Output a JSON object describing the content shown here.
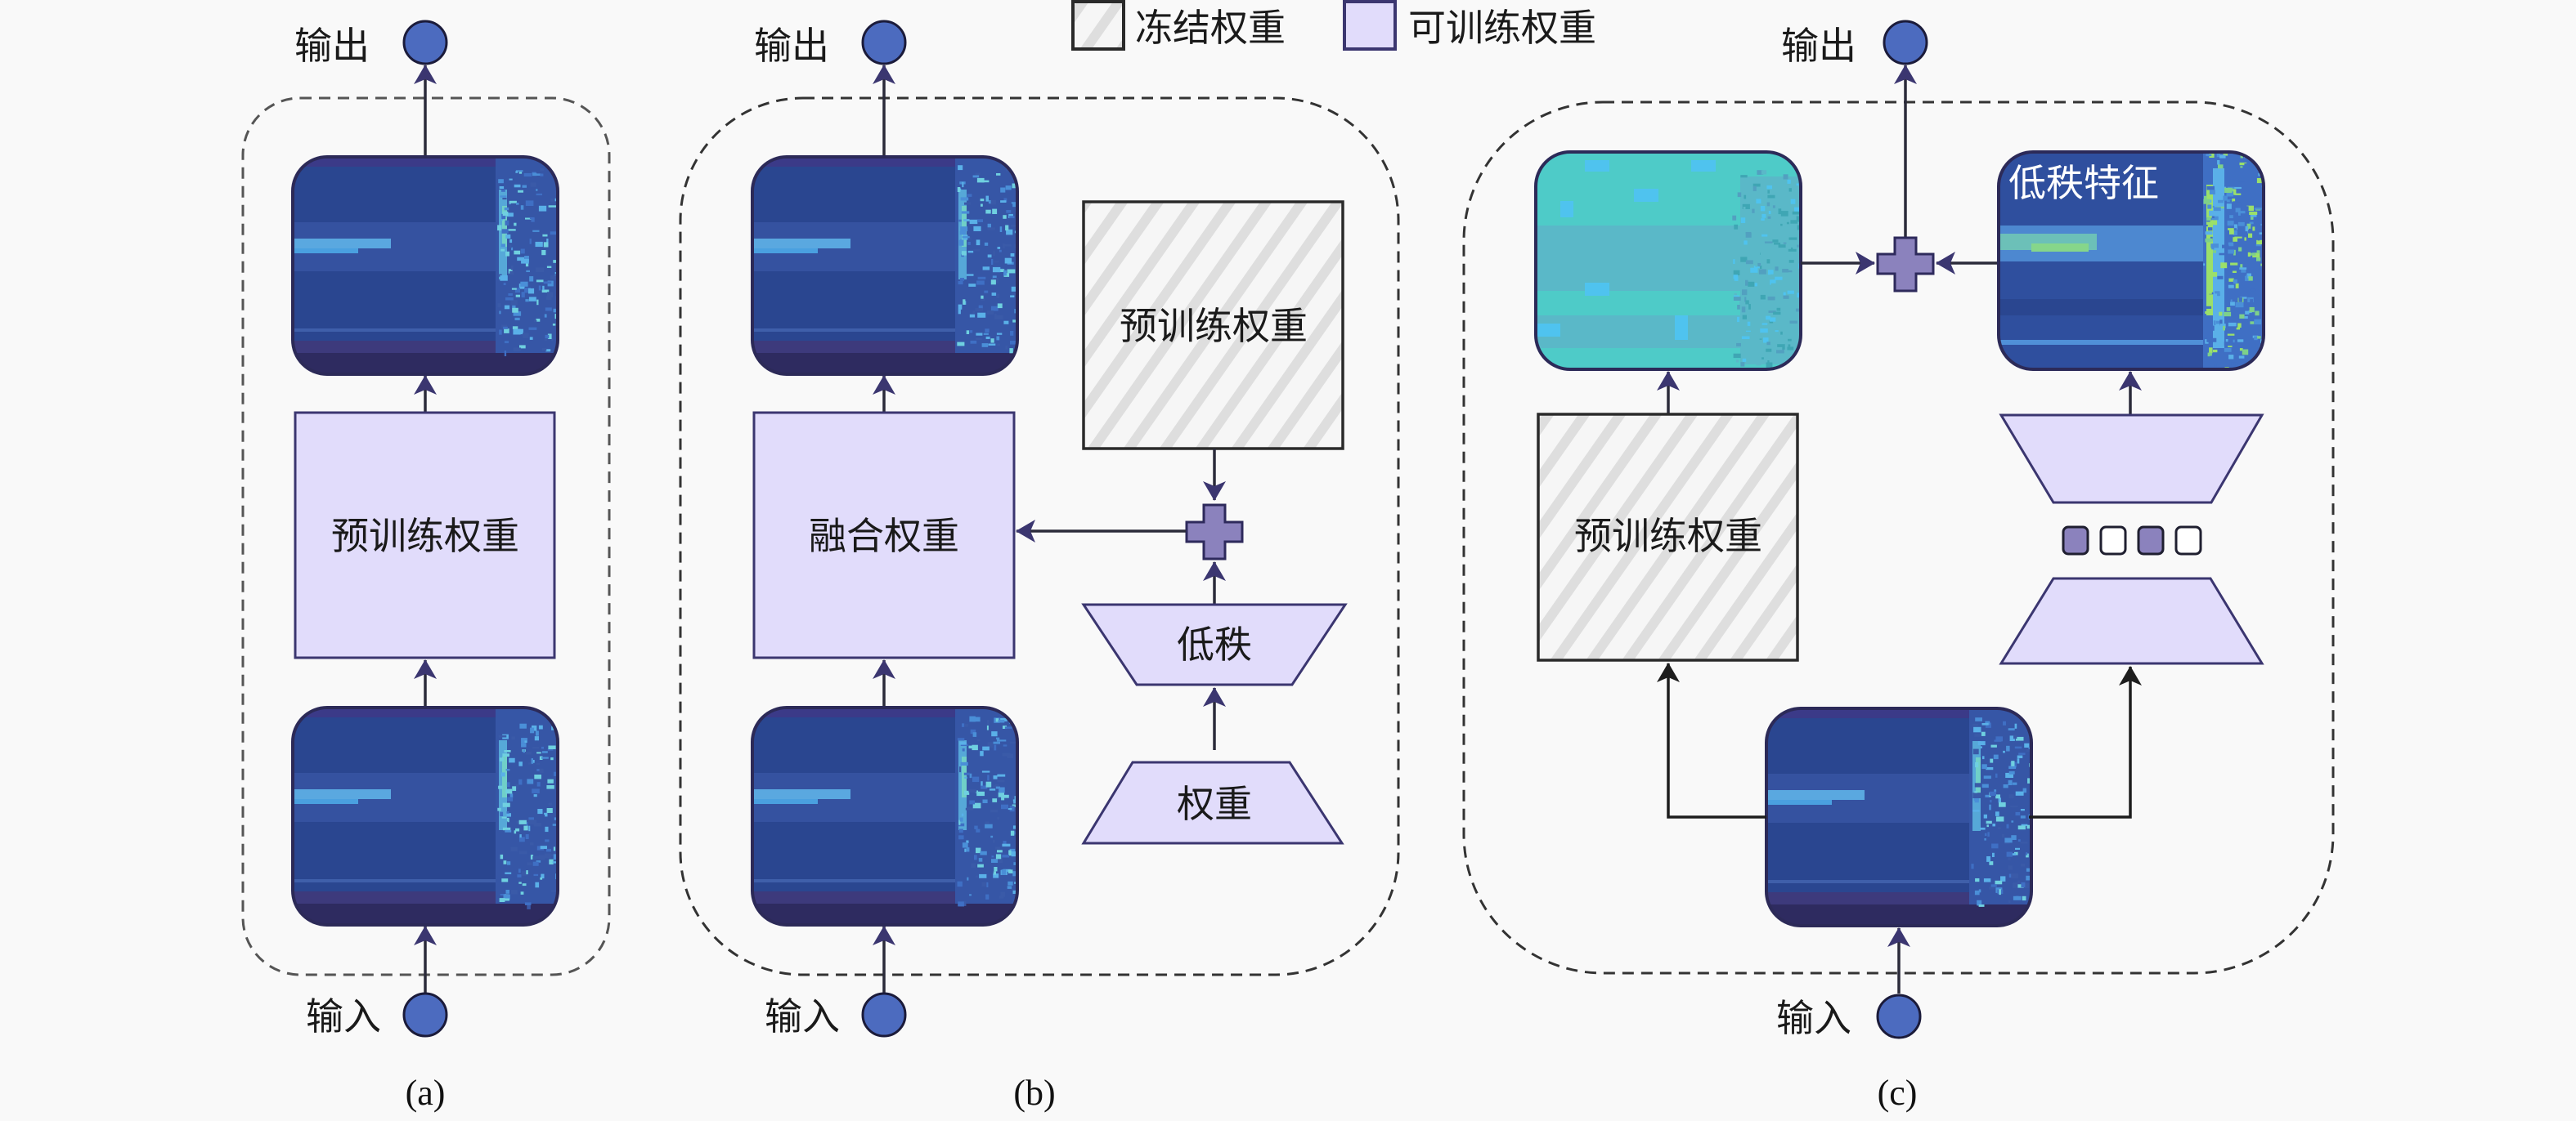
{
  "legend": {
    "frozen_label": "冻结权重",
    "trainable_label": "可训练权重"
  },
  "colors": {
    "trainable_fill": "#e1dcfb",
    "trainable_stroke": "#3b3670",
    "frozen_hatch": "#dcdcdc",
    "node_circle": "#4c6bbf",
    "plus_fill": "#8b82bd",
    "heatmap_dark": "#2a4690",
    "heatmap_teal": "#4ecbc8"
  },
  "panels": {
    "a": {
      "caption": "(a)",
      "output_label": "输出",
      "input_label": "输入",
      "weight_box_label": "预训练权重"
    },
    "b": {
      "caption": "(b)",
      "output_label": "输出",
      "input_label": "输入",
      "fused_box_label": "融合权重",
      "frozen_box_label": "预训练权重",
      "lowrank_label": "低秩",
      "weight_label": "权重"
    },
    "c": {
      "caption": "(c)",
      "output_label": "输出",
      "input_label": "输入",
      "frozen_box_label": "预训练权重",
      "lowrank_feature_label": "低秩特征",
      "rank_units": [
        {
          "state": "filled"
        },
        {
          "state": "empty"
        },
        {
          "state": "filled"
        },
        {
          "state": "empty"
        }
      ]
    }
  }
}
